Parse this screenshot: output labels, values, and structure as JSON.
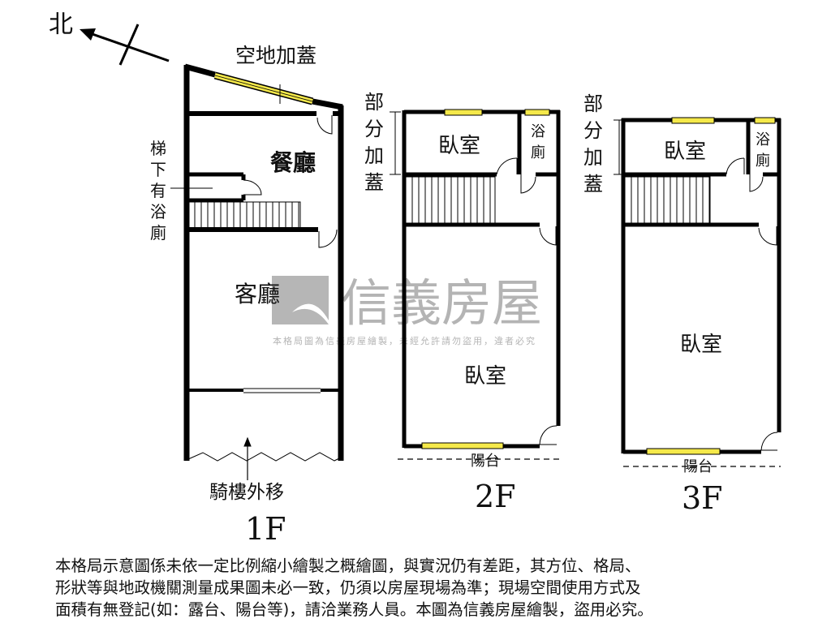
{
  "compass": {
    "label": "北"
  },
  "floors": [
    {
      "name": "1F",
      "rooms": [
        "餐廳",
        "客廳"
      ],
      "annotations": {
        "top": "空地加蓋",
        "under_stairs": "梯下有浴廁",
        "bottom": "騎樓外移"
      }
    },
    {
      "name": "2F",
      "rooms": [
        "臥室",
        "浴廁",
        "臥室"
      ],
      "annotations": {
        "side": "部分加蓋",
        "balcony": "陽台"
      }
    },
    {
      "name": "3F",
      "rooms": [
        "臥室",
        "浴廁",
        "臥室"
      ],
      "annotations": {
        "side": "部分加蓋",
        "balcony": "陽台"
      }
    }
  ],
  "watermark": {
    "brand": "信義房屋",
    "text": "本格局圖為信義房屋繪製，未經允許請勿盜用，違者必究"
  },
  "disclaimer": [
    "本格局示意圖係未依一定比例縮小繪製之概繪圖，與實況仍有差距，其方位、格局、",
    "形狀等與地政機關測量成果圖未必一致，仍須以房屋現場為準；現場空間使用方式及",
    "面積有無登記(如：露台、陽台等)，請洽業務人員。本圖為信義房屋繪製，盜用必究。"
  ],
  "colors": {
    "wall": "#000000",
    "window": "#f5e94a",
    "watermark": "#a8a8a8"
  }
}
